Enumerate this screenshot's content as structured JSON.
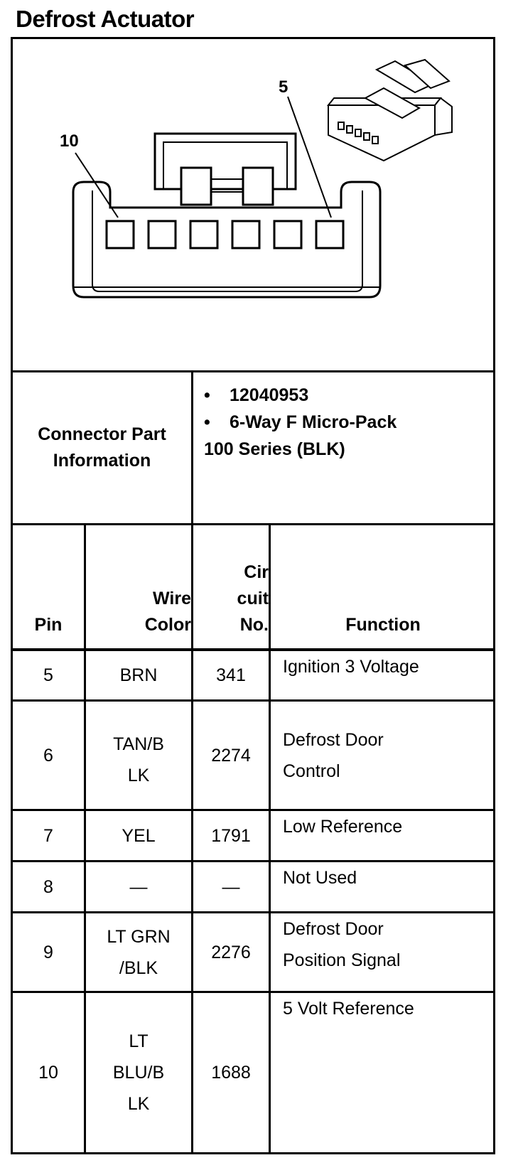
{
  "title": "Defrost Actuator",
  "connector": {
    "callout_left": "10",
    "callout_right": "5",
    "pin_cavities": 6
  },
  "part_info": {
    "label_line1": "Connector Part",
    "label_line2": "Information",
    "bullets": [
      "12040953",
      "6-Way F Micro-Pack"
    ],
    "continuation": "100 Series (BLK)"
  },
  "table": {
    "headers": {
      "pin": "Pin",
      "wire_color": [
        "Wire",
        "Color"
      ],
      "circuit": [
        "Cir",
        "cuit",
        "No."
      ],
      "function": "Function"
    },
    "rows": [
      {
        "pin": "5",
        "wire": [
          "BRN"
        ],
        "circuit": "341",
        "function": [
          "Ignition 3 Voltage"
        ]
      },
      {
        "pin": "6",
        "wire": [
          "TAN/B",
          "LK"
        ],
        "circuit": "2274",
        "function": [
          "Defrost Door",
          "Control"
        ]
      },
      {
        "pin": "7",
        "wire": [
          "YEL"
        ],
        "circuit": "1791",
        "function": [
          "Low Reference"
        ]
      },
      {
        "pin": "8",
        "wire": [
          "—"
        ],
        "circuit": "—",
        "function": [
          "Not Used"
        ]
      },
      {
        "pin": "9",
        "wire": [
          "LT GRN",
          "/BLK"
        ],
        "circuit": "2276",
        "function": [
          "Defrost Door",
          "Position Signal"
        ]
      },
      {
        "pin": "10",
        "wire": [
          "LT",
          "BLU/B",
          "LK"
        ],
        "circuit": "1688",
        "function": [
          "5 Volt Reference"
        ]
      }
    ]
  }
}
